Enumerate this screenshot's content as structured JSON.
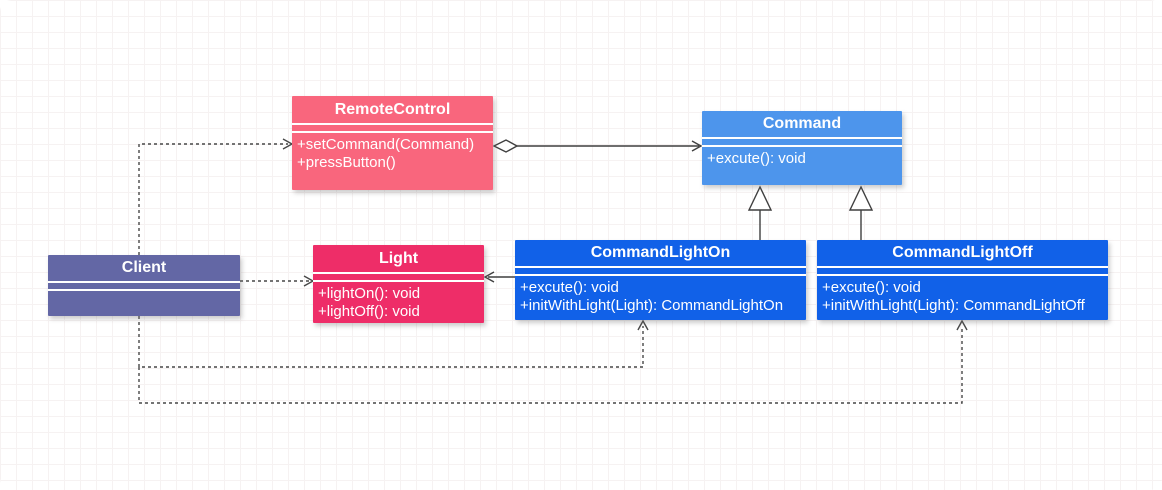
{
  "diagram": {
    "kind": "uml-class-diagram",
    "classes": {
      "remote_control": {
        "name": "RemoteControl",
        "attributes": [],
        "methods": [
          "+setCommand(Command)",
          "+pressButton()"
        ],
        "fill": "#F9667D"
      },
      "command": {
        "name": "Command",
        "attributes": [],
        "methods": [
          "+excute(): void"
        ],
        "fill": "#4D95EC"
      },
      "client": {
        "name": "Client",
        "attributes": [],
        "methods": [],
        "fill": "#6367A5"
      },
      "light": {
        "name": "Light",
        "attributes": [],
        "methods": [
          "+lightOn(): void",
          "+lightOff(): void"
        ],
        "fill": "#EE2D68"
      },
      "command_light_on": {
        "name": "CommandLightOn",
        "attributes": [],
        "methods": [
          "+excute(): void",
          "+initWithLight(Light): CommandLightOn"
        ],
        "fill": "#1161E8"
      },
      "command_light_off": {
        "name": "CommandLightOff",
        "attributes": [],
        "methods": [
          "+excute(): void",
          "+initWithLight(Light): CommandLightOff"
        ],
        "fill": "#1161E8"
      }
    },
    "relationships": [
      {
        "from": "Client",
        "to": "RemoteControl",
        "type": "dependency",
        "line": "dashed",
        "head": "open-arrow"
      },
      {
        "from": "RemoteControl",
        "to": "Command",
        "type": "aggregation",
        "line": "solid",
        "head": "open-arrow",
        "tail": "hollow-diamond"
      },
      {
        "from": "Client",
        "to": "Light",
        "type": "dependency",
        "line": "dashed",
        "head": "open-arrow"
      },
      {
        "from": "CommandLightOn",
        "to": "Light",
        "type": "association",
        "line": "solid",
        "head": "open-arrow"
      },
      {
        "from": "CommandLightOn",
        "to": "Command",
        "type": "generalization",
        "line": "solid",
        "head": "hollow-triangle"
      },
      {
        "from": "CommandLightOff",
        "to": "Command",
        "type": "generalization",
        "line": "solid",
        "head": "hollow-triangle"
      },
      {
        "from": "Client",
        "to": "CommandLightOn",
        "type": "dependency",
        "line": "dashed",
        "head": "open-arrow"
      },
      {
        "from": "Client",
        "to": "CommandLightOff",
        "type": "dependency",
        "line": "dashed",
        "head": "open-arrow"
      }
    ],
    "line_color": "#474747"
  }
}
